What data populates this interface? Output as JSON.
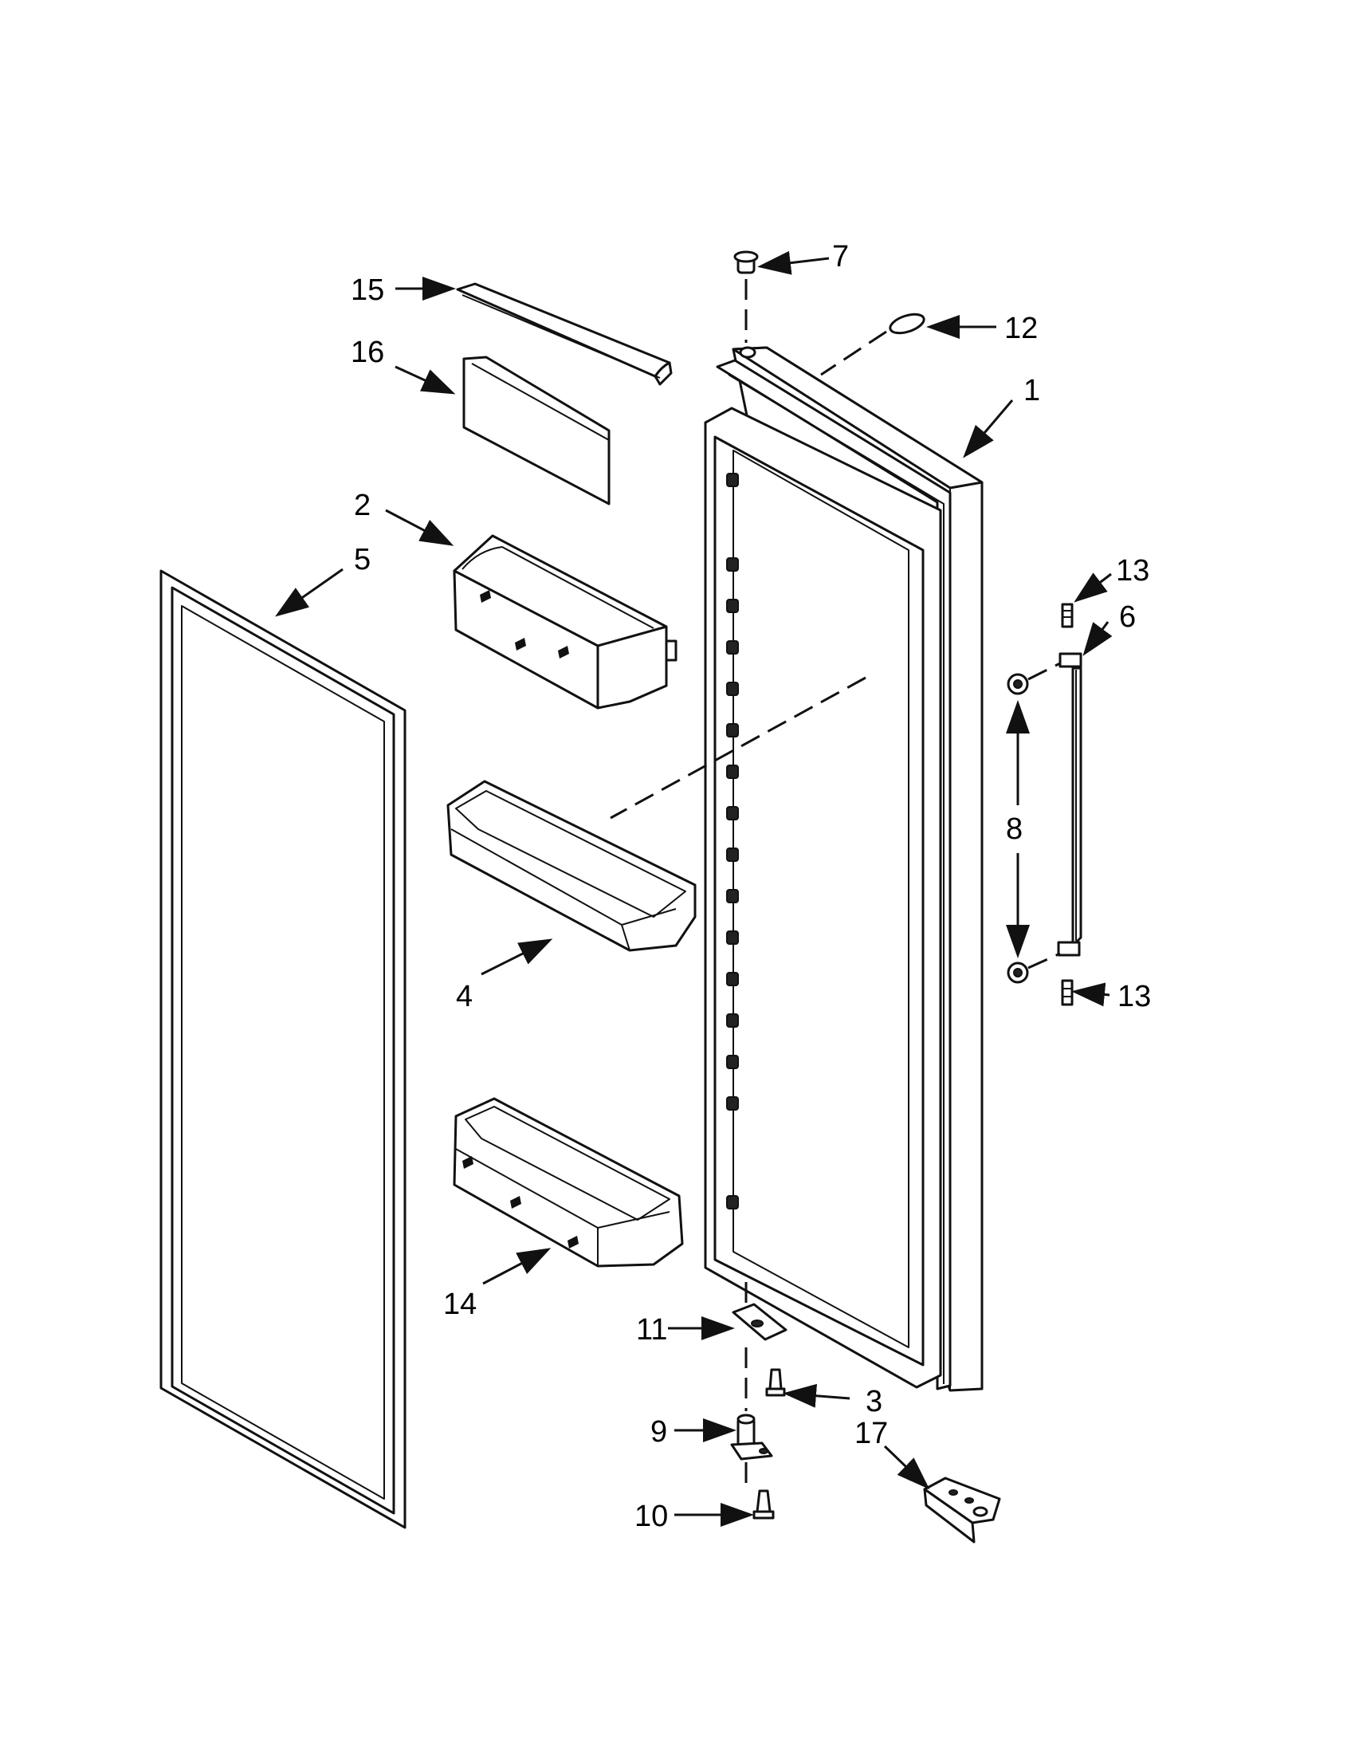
{
  "callouts": {
    "door": "1",
    "door_bin_top": "2",
    "screw_hinge": "3",
    "door_bin_middle": "4",
    "door_gasket": "5",
    "handle": "6",
    "hinge_bushing_top": "7",
    "handle_bumper": "8",
    "hinge_pin_bottom": "9",
    "screw_bottom": "10",
    "hinge_spacer": "11",
    "o_ring": "12",
    "handle_screw_top": "13",
    "handle_screw_bottom": "13",
    "door_bin_bottom": "14",
    "dairy_door": "15",
    "dairy_bin": "16",
    "door_closer_bracket": "17"
  }
}
